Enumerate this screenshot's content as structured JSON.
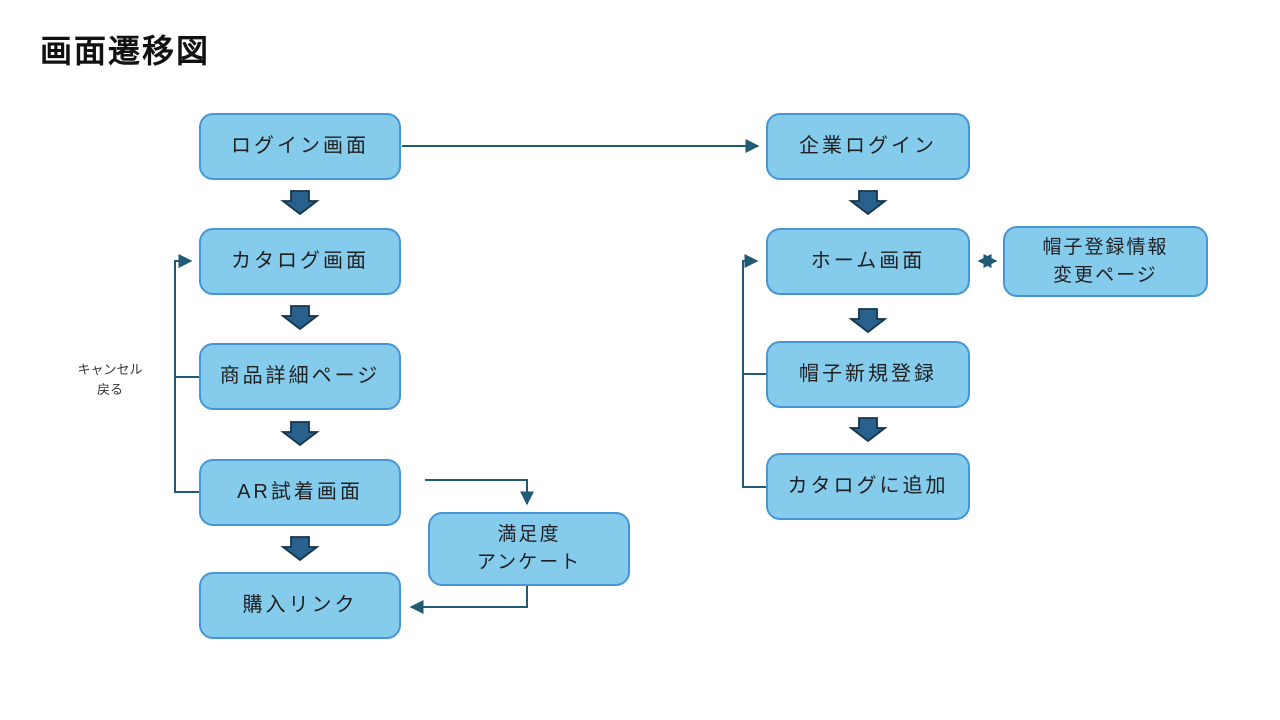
{
  "title": "画面遷移図",
  "colors": {
    "box_fill": "#85CBEB",
    "box_border": "#4795D4",
    "connector": "#215A75",
    "arrow_fill": "#28618C",
    "arrow_border": "#14344C",
    "text": "#1F1F1F"
  },
  "nodes": {
    "login": {
      "label": "ログイン画面"
    },
    "catalog": {
      "label": "カタログ画面"
    },
    "product_detail": {
      "label": "商品詳細ページ"
    },
    "ar_fitting": {
      "label": "AR試着画面"
    },
    "purchase_link": {
      "label": "購入リンク"
    },
    "survey": {
      "label": "満足度\nアンケート"
    },
    "corporate_login": {
      "label": "企業ログイン"
    },
    "home": {
      "label": "ホーム画面"
    },
    "hat_info_edit": {
      "label": "帽子登録情報\n変更ページ"
    },
    "hat_register": {
      "label": "帽子新規登録"
    },
    "catalog_add": {
      "label": "カタログに追加"
    }
  },
  "annotations": {
    "cancel_back": "キャンセル\n戻る"
  }
}
